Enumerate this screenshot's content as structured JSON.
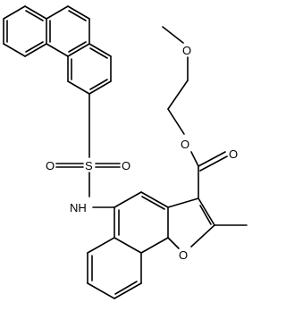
{
  "molecule": {
    "atom_labels": {
      "o_methoxy": "O",
      "o_ester": "O",
      "o_carbonyl": "O",
      "o_furan": "O",
      "s": "S",
      "o_sulfonyl_left": "O",
      "o_sulfonyl_right": "O",
      "nh": "NH"
    }
  }
}
